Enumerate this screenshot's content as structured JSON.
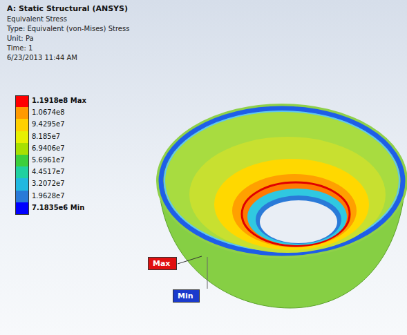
{
  "diagram": {
    "title": "A: Static Structural (ANSYS)",
    "nodes": [
      {
        "text": [
          "Max"
        ]
      },
      {
        "text": [
          "Min"
        ]
      }
    ],
    "labels": [
      "Equivalent Stress",
      "Type: Equivalent (von-Mises) Stress",
      "Unit: Pa",
      "Time: 1",
      "6/23/2013 11:44 AM"
    ],
    "legend": [
      {
        "text": "1.1918e8 Max",
        "color": "#ff0000"
      },
      {
        "text": "1.0674e8",
        "color": "#ff9a00"
      },
      {
        "text": "9.4295e7",
        "color": "#ffd000"
      },
      {
        "text": "8.185e7",
        "color": "#e8f000"
      },
      {
        "text": "6.9406e7",
        "color": "#a8e000"
      },
      {
        "text": "5.6961e7",
        "color": "#3ccf3c"
      },
      {
        "text": "4.4517e7",
        "color": "#20d0a0"
      },
      {
        "text": "3.2072e7",
        "color": "#20b8e0"
      },
      {
        "text": "1.9628e7",
        "color": "#2a7ad8"
      },
      {
        "text": "7.1835e6 Min",
        "color": "#0000ff"
      }
    ]
  }
}
